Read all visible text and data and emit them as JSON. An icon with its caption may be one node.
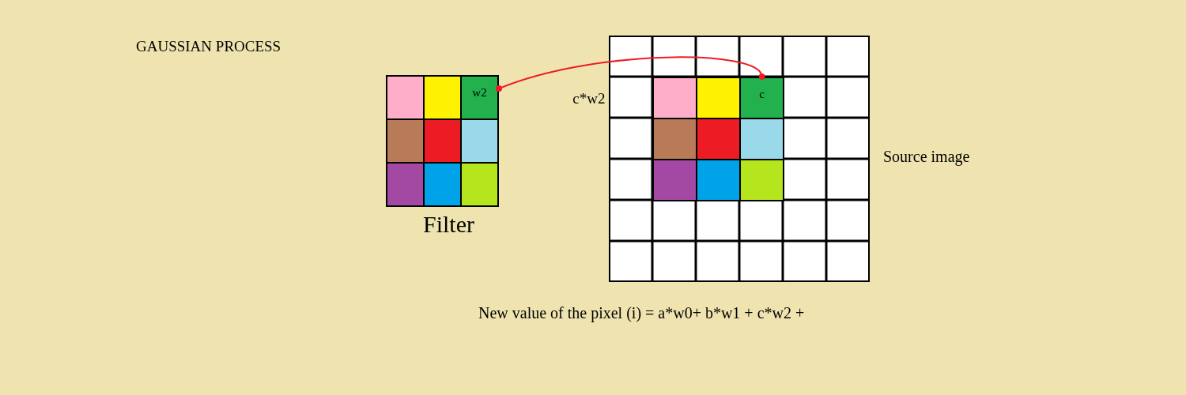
{
  "diagram": {
    "title": "GAUSSIAN PROCESS",
    "nodes": [
      {
        "text": [
          "Filter"
        ]
      },
      {
        "text": [],
        "shape": "box",
        "in": 0
      },
      {
        "text": [],
        "shape": "box",
        "in": 0
      },
      {
        "text": [
          "w2"
        ],
        "in": 0
      },
      {
        "text": [],
        "shape": "box",
        "in": 0
      },
      {
        "text": [],
        "shape": "box",
        "in": 0
      },
      {
        "text": [],
        "shape": "box",
        "in": 0
      },
      {
        "text": [],
        "shape": "box",
        "in": 0
      },
      {
        "text": [],
        "shape": "box",
        "in": 0
      },
      {
        "text": [],
        "shape": "box",
        "in": 0
      },
      {
        "text": [
          "Source image"
        ]
      },
      {
        "text": [],
        "shape": "box",
        "in": 10
      },
      {
        "text": [],
        "shape": "box",
        "in": 10
      },
      {
        "text": [
          "c"
        ],
        "in": 10
      },
      {
        "text": [],
        "shape": "box",
        "in": 10
      },
      {
        "text": [],
        "shape": "box",
        "in": 10
      },
      {
        "text": [],
        "shape": "box",
        "in": 10
      },
      {
        "text": [],
        "shape": "box",
        "in": 10
      },
      {
        "text": [],
        "shape": "box",
        "in": 10
      },
      {
        "text": [],
        "shape": "box",
        "in": 10
      }
    ],
    "edges": [
      {
        "from": 3,
        "to": 13,
        "arrow": "other",
        "label": "c*w2"
      }
    ],
    "labels": [
      "New value of the pixel (i) = a*w0+ b*w1 + c*w2 +"
    ]
  }
}
